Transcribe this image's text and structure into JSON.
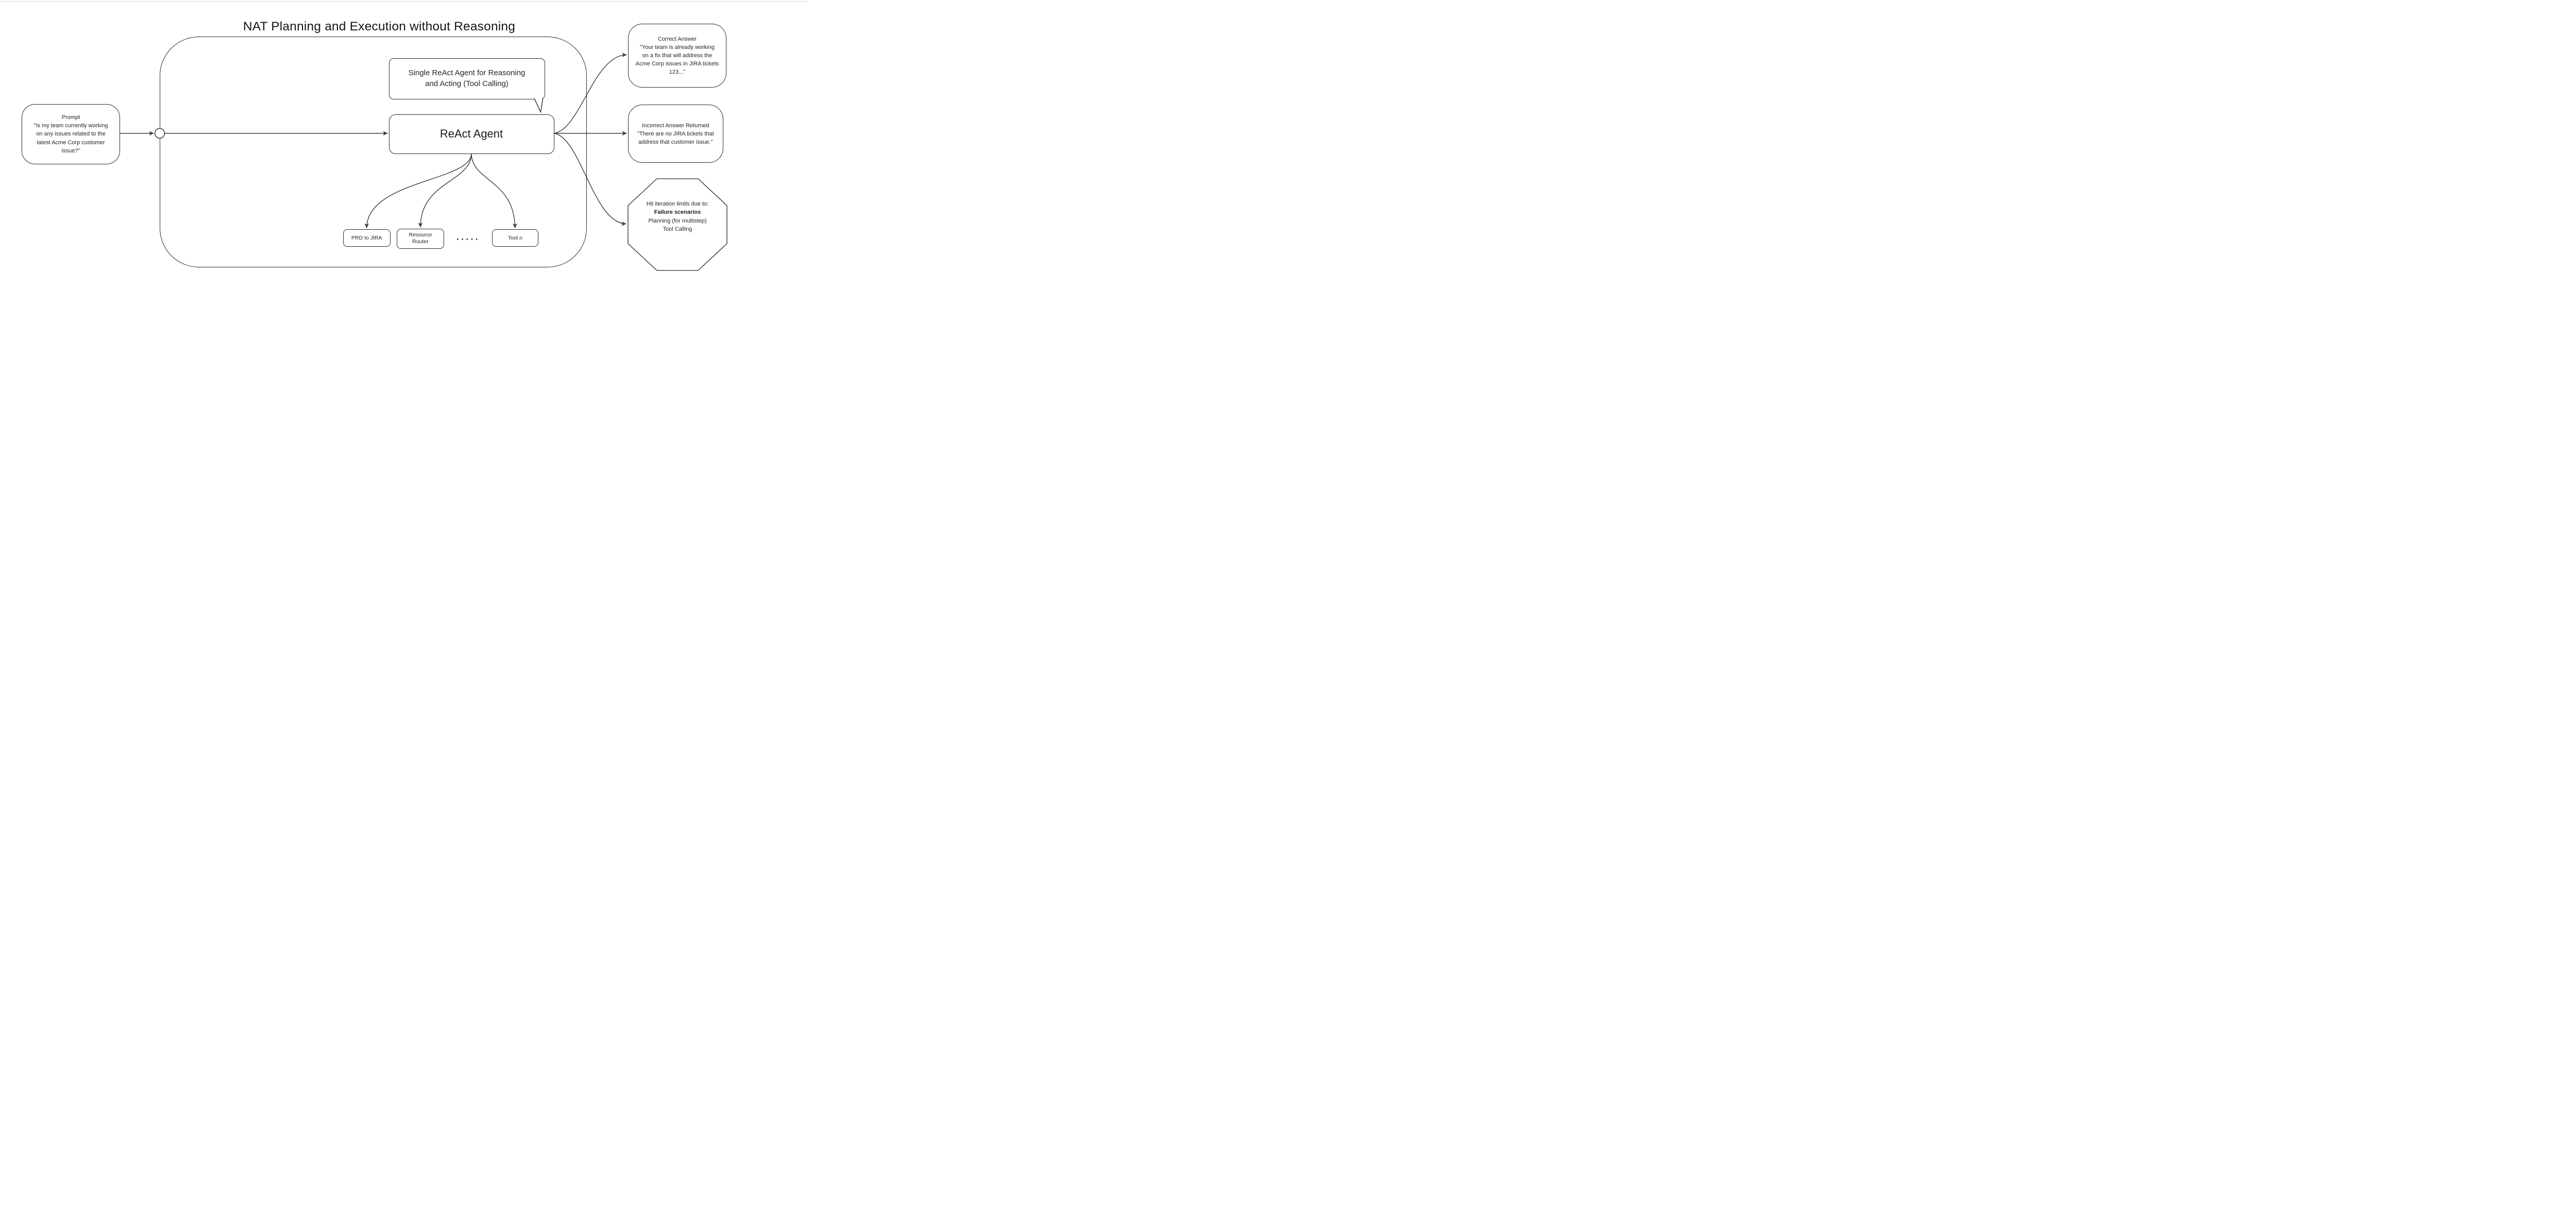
{
  "title": "NAT Planning and Execution without Reasoning",
  "prompt_box": {
    "text": "Prompt\n\"Is my team currently working\non any issues related to the\nlatest Acme Corp customer\nissue?\""
  },
  "callout": {
    "text": "Single ReAct Agent for Reasoning\nand Acting (Tool Calling)"
  },
  "react_agent": {
    "label": "ReAct Agent"
  },
  "tools": {
    "prd": "PRD to JIRA",
    "router": "Resource\nRouter",
    "ellipsis": "·····",
    "tool_n": "Tool n"
  },
  "correct_box": {
    "text": "Correct Answer\n\"Your team is already working\non a fix that will address the\nAcme Corp issues in JIRA tickets\n123...\""
  },
  "incorrect_box": {
    "text": "Incorrect Answer Returned\n\"There are no JIRA tickets that\naddress that customer issue.\""
  },
  "failure_octagon": {
    "line1": "Hit iteration limits due to:",
    "line2": "Failure scenarios",
    "line3": "Planning (for multistep)",
    "line4": "Tool Calling"
  },
  "colors": {
    "stroke": "#2a2a2a",
    "arrowhead": "#3a3a3a",
    "background": "#ffffff",
    "text": "#262626"
  }
}
